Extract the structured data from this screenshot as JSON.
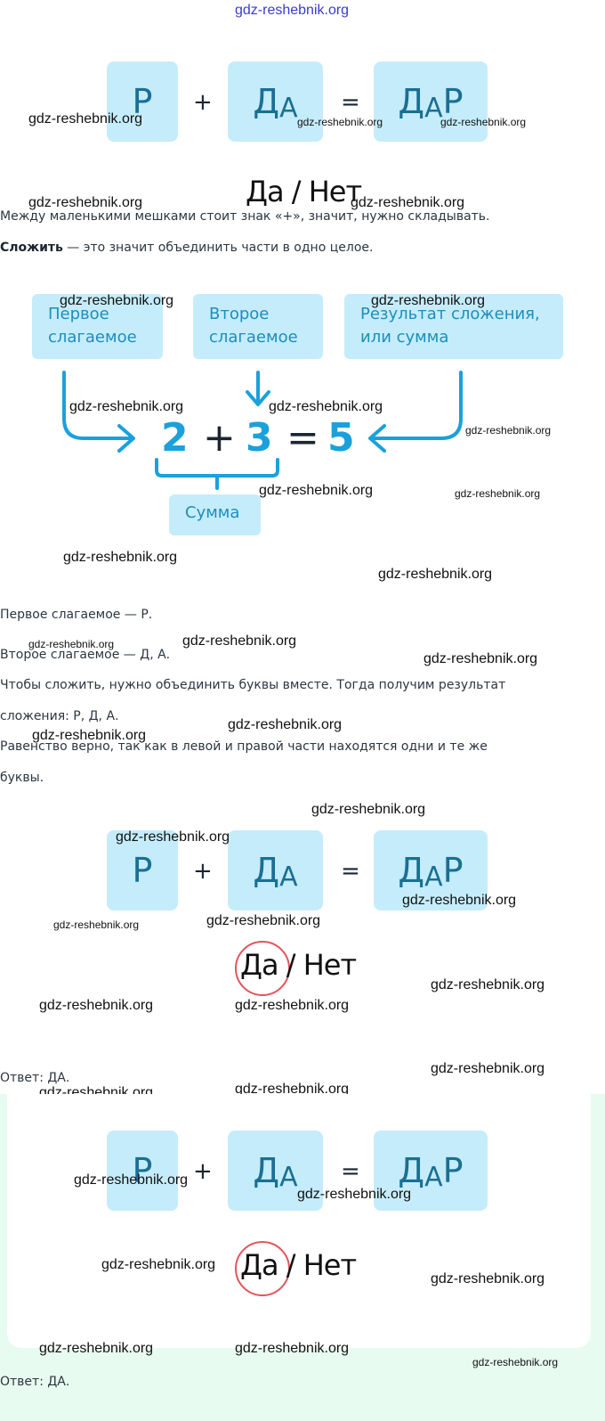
{
  "watermark": "gdz-reshebnik.org",
  "equation": {
    "tile1": "Р",
    "plus": "+",
    "tile2_big": "Д",
    "tile2_small": "А",
    "equals": "=",
    "tile3_big": "Д",
    "tile3_small": "А",
    "tile3_end": "Р"
  },
  "yes_no": {
    "yes": "Да",
    "slash_no": "/ Нет"
  },
  "paragraphs": {
    "p1": "Между маленькими мешками стоит знак «+», значит, нужно складывать.",
    "p2_bold": "Сложить",
    "p2_rest": " — это значит объединить части в одно целое.",
    "p3": "Первое слагаемое — Р.",
    "p4": "Второе слагаемое — Д, А.",
    "p5a": "Чтобы сложить, нужно объединить буквы вместе. Тогда получим результат",
    "p5b": "сложения: Р, Д, А.",
    "p6a": "Равенство верно, так как в левой и правой части находятся одни и те же",
    "p6b": "буквы."
  },
  "diagram": {
    "label1_l1": "Первое",
    "label1_l2": "слагаемое",
    "label2_l1": "Второе",
    "label2_l2": "слагаемое",
    "label3_l1": "Результат сложения,",
    "label3_l2": "или сумма",
    "n1": "2",
    "plus": "+",
    "n2": "3",
    "equals": "=",
    "n3": "5",
    "sum_label": "Сумма"
  },
  "answer": "Ответ: ДА."
}
